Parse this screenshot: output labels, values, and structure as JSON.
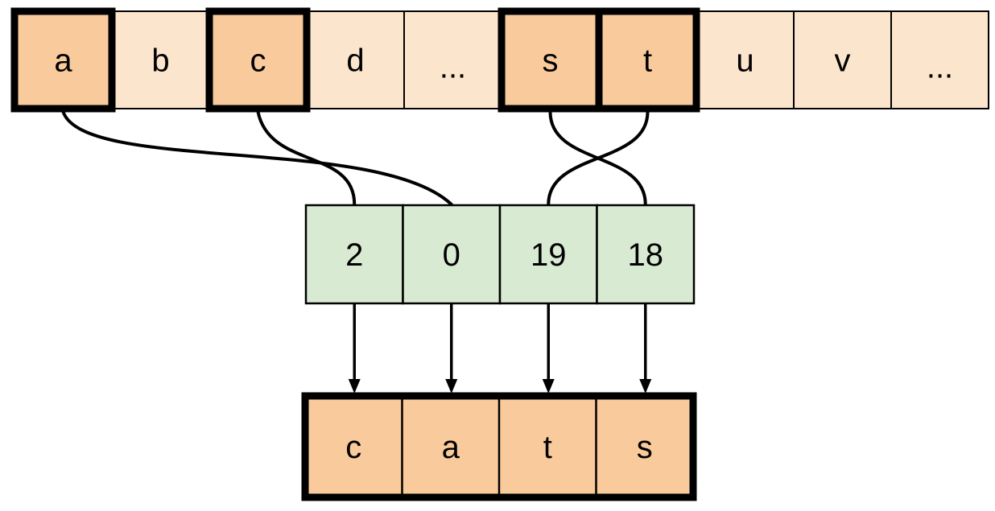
{
  "diagram": {
    "alphabet_row": {
      "cells": [
        {
          "label": "a",
          "highlighted": true
        },
        {
          "label": "b",
          "highlighted": false
        },
        {
          "label": "c",
          "highlighted": true
        },
        {
          "label": "d",
          "highlighted": false
        },
        {
          "label": "...",
          "highlighted": false
        },
        {
          "label": "s",
          "highlighted": true
        },
        {
          "label": "t",
          "highlighted": true
        },
        {
          "label": "u",
          "highlighted": false
        },
        {
          "label": "v",
          "highlighted": false
        },
        {
          "label": "...",
          "highlighted": false
        }
      ]
    },
    "index_row": {
      "cells": [
        {
          "label": "2"
        },
        {
          "label": "0"
        },
        {
          "label": "19"
        },
        {
          "label": "18"
        }
      ]
    },
    "output_row": {
      "cells": [
        {
          "label": "c"
        },
        {
          "label": "a"
        },
        {
          "label": "t"
        },
        {
          "label": "s"
        }
      ]
    },
    "connections": [
      {
        "from_letter": "a",
        "to_index": "0"
      },
      {
        "from_letter": "c",
        "to_index": "2"
      },
      {
        "from_letter": "s",
        "to_index": "18"
      },
      {
        "from_letter": "t",
        "to_index": "19"
      }
    ],
    "colors": {
      "highlight_fill": "#F9CB9C",
      "plain_fill": "#FCE5CD",
      "index_fill": "#D9EAD3",
      "output_fill": "#F9CB9C",
      "stroke": "#000000",
      "background": "#FFFFFF"
    }
  }
}
